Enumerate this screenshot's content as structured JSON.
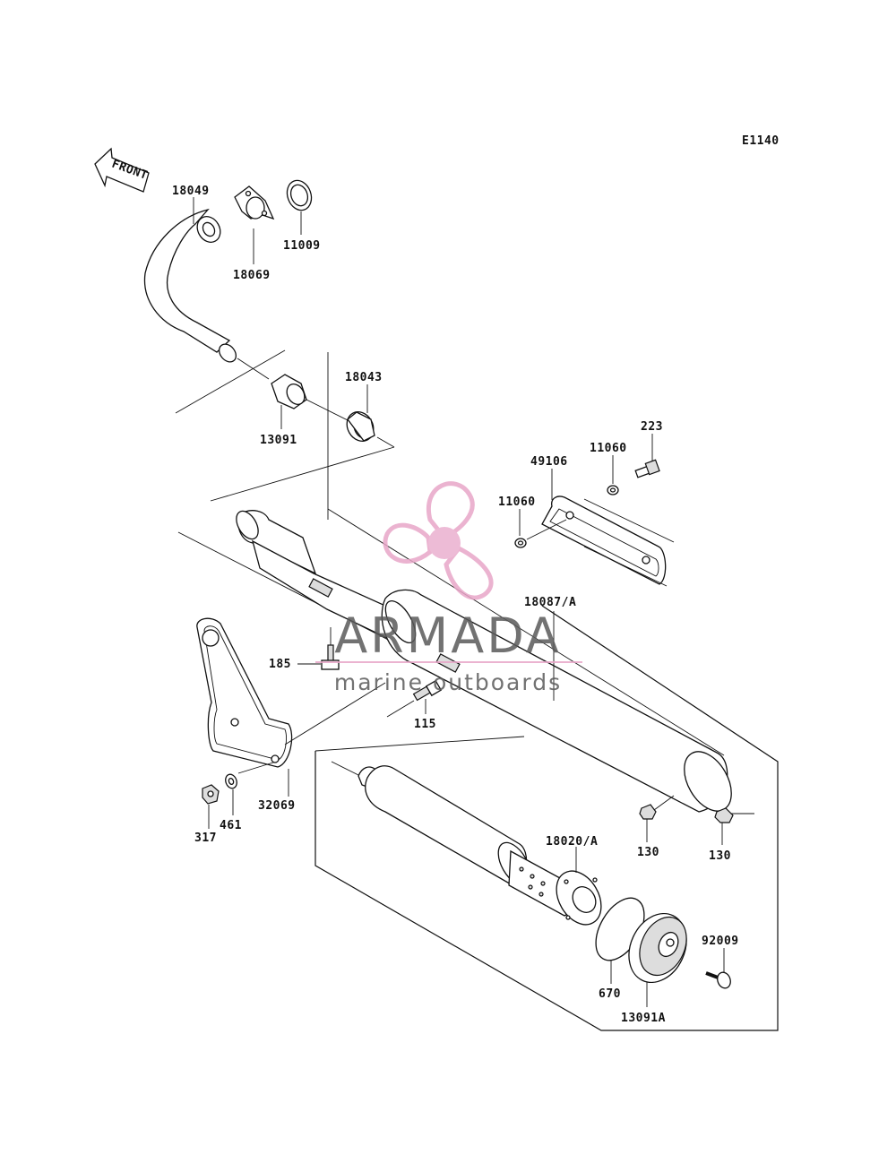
{
  "diagram_code": "E1140",
  "front_label": "FRONT",
  "parts": {
    "p18049": "18049",
    "p18069": "18069",
    "p11009": "11009",
    "p18043": "18043",
    "p13091": "13091",
    "p223": "223",
    "p11060a": "11060",
    "p49106": "49106",
    "p11060b": "11060",
    "p18087A": "18087/A",
    "p185": "185",
    "p115": "115",
    "p32069": "32069",
    "p317": "317",
    "p461": "461",
    "p130a": "130",
    "p130b": "130",
    "p18020A": "18020/A",
    "p92009": "92009",
    "p670": "670",
    "p13091A": "13091A"
  },
  "watermark": {
    "brand": "ARMADA",
    "tagline": "marine outboards",
    "brand_color": "#555555",
    "accent_color": "#e8a6c8"
  }
}
